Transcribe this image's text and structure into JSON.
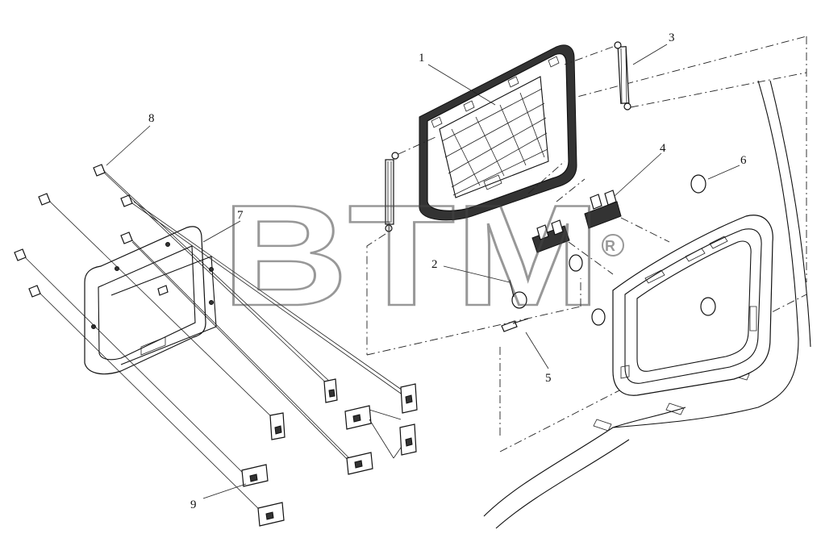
{
  "watermark": {
    "text": "BTM",
    "registered": "®"
  },
  "callouts": [
    {
      "id": "1",
      "label": "1"
    },
    {
      "id": "2",
      "label": "2"
    },
    {
      "id": "3",
      "label": "3"
    },
    {
      "id": "4",
      "label": "4"
    },
    {
      "id": "5",
      "label": "5"
    },
    {
      "id": "6",
      "label": "6"
    },
    {
      "id": "7",
      "label": "7"
    },
    {
      "id": "8",
      "label": "8"
    },
    {
      "id": "9",
      "label": "9"
    }
  ]
}
